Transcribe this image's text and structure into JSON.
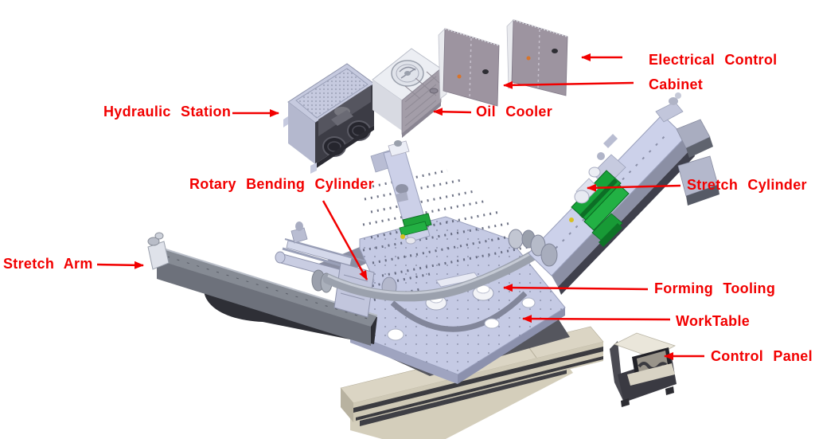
{
  "labels": {
    "hydraulic_station": "Hydraulic Station",
    "oil_cooler": "Oil Cooler",
    "electrical_control_cabinet_line1": "Electrical Control",
    "electrical_control_cabinet_line2": "Cabinet",
    "rotary_bending_cylinder": "Rotary Bending Cylinder",
    "stretch_cylinder": "Stretch Cylinder",
    "stretch_arm": "Stretch Arm",
    "forming_tooling": "Forming Tooling",
    "worktable": "WorkTable",
    "control_panel": "Control Panel"
  },
  "colors": {
    "label_red": "#f20000",
    "machine_lavender": "#c7cce6",
    "beam_gray": "#82868f",
    "dark_panel": "#3c3c45",
    "cabinet_mauve": "#9d94a0",
    "base_beige": "#d9d3c2",
    "cylinder_green": "#1ba23c"
  }
}
